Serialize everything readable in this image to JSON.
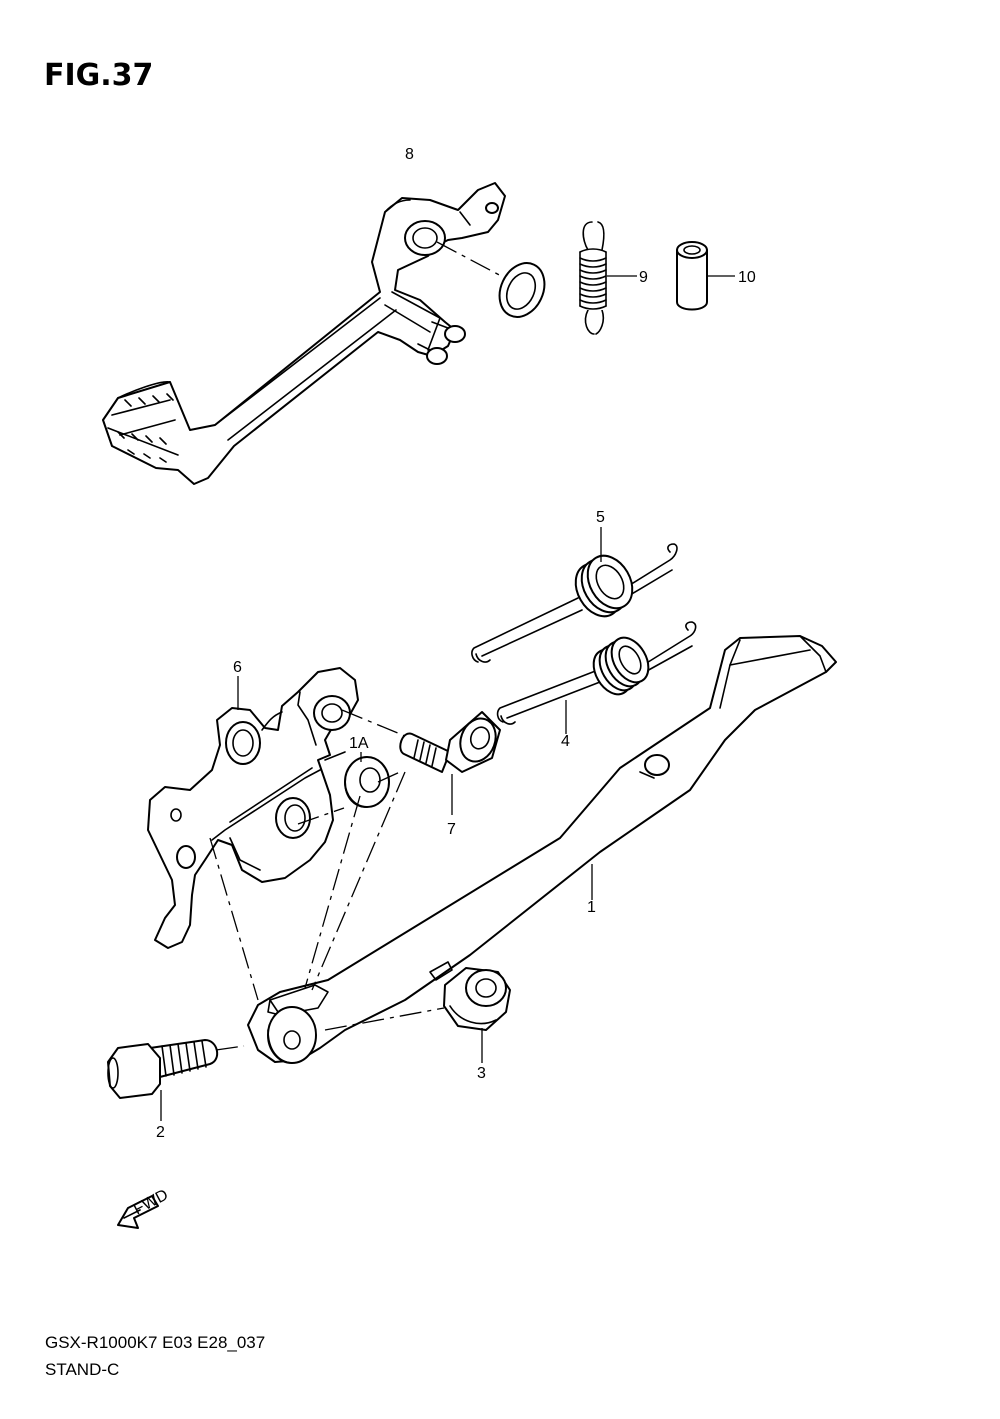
{
  "figure": {
    "title": "FIG.37"
  },
  "footer": {
    "model_code": "GSX-R1000K7 E03 E28_037",
    "section_name": "STAND-C"
  },
  "callouts": {
    "c1": "1",
    "c1A": "1A",
    "c2": "2",
    "c3": "3",
    "c4": "4",
    "c5": "5",
    "c6": "6",
    "c7": "7",
    "c8": "8",
    "c9": "9",
    "c10": "10"
  },
  "fwd_arrow": {
    "label": "FWD",
    "icon": "fwd-arrow-icon"
  }
}
